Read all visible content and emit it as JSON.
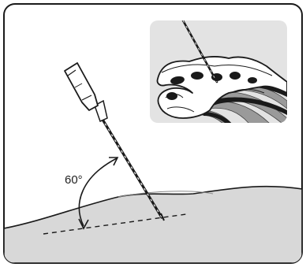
{
  "diagram": {
    "angle_label": "60°",
    "angle_degrees": 60,
    "colors": {
      "frame_stroke": "#1a1a1a",
      "skin_fill": "#d8d8d8",
      "inset_fill": "#e3e3e3",
      "line": "#1a1a1a",
      "muscle": "#9a9a9a"
    },
    "icons": {
      "needle": "spinal-needle-icon",
      "inset": "vertebral-anatomy-inset"
    }
  }
}
